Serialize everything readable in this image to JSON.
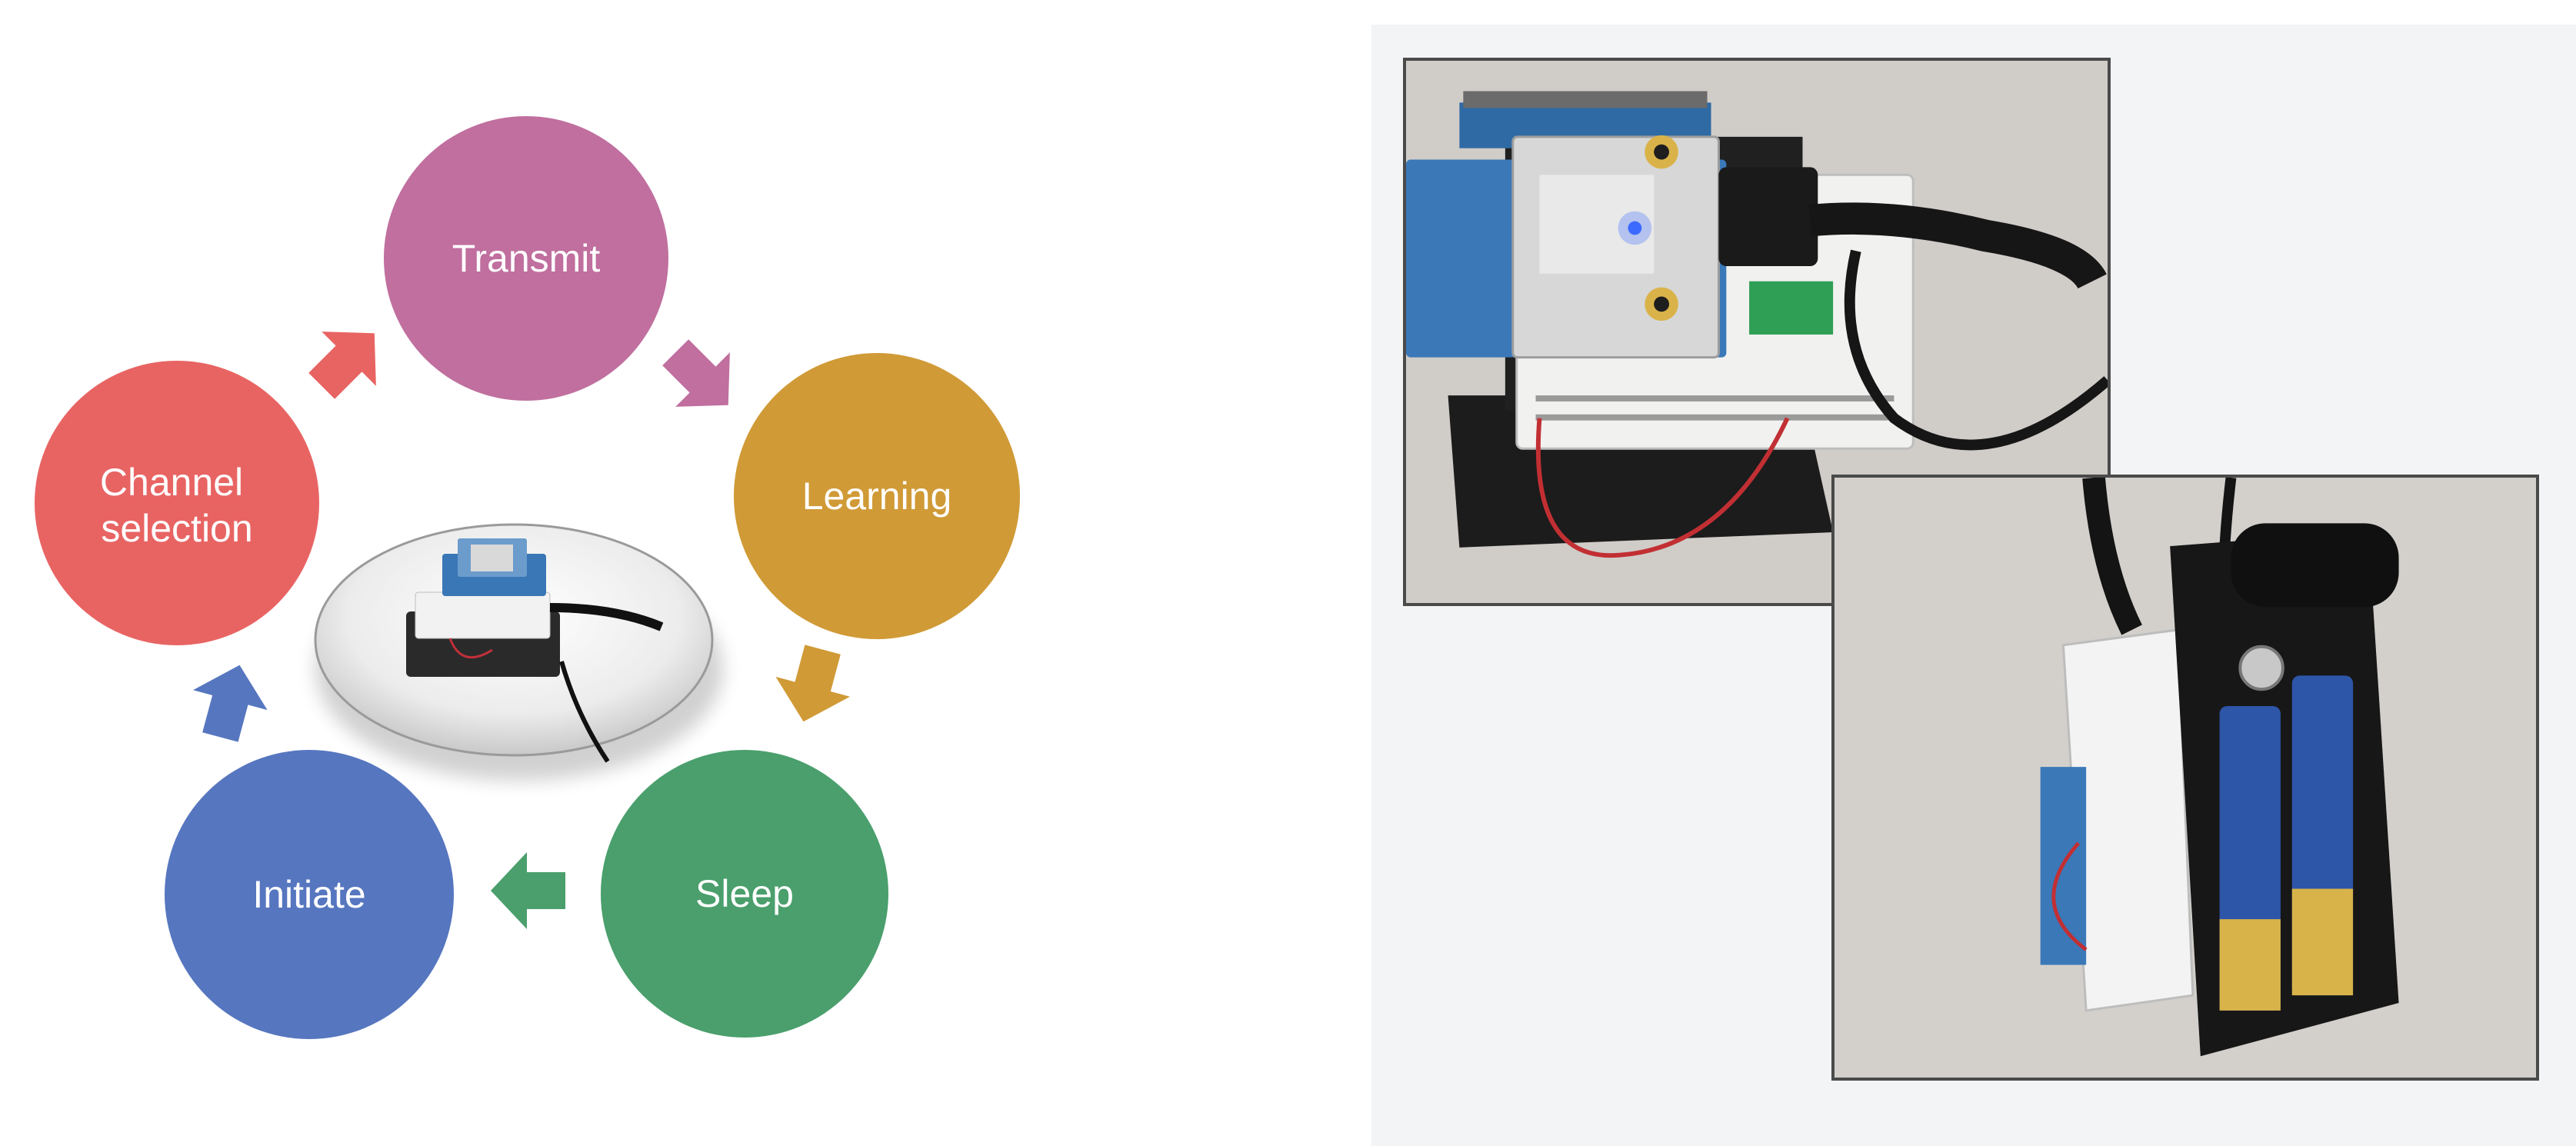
{
  "cycle": {
    "nodes": [
      {
        "id": "transmit",
        "label_lines": [
          "Transmit"
        ],
        "color": "#c06f9f"
      },
      {
        "id": "learning",
        "label_lines": [
          "Learning"
        ],
        "color": "#d09a36"
      },
      {
        "id": "sleep",
        "label_lines": [
          "Sleep"
        ],
        "color": "#4a9f6c"
      },
      {
        "id": "initiate",
        "label_lines": [
          "Initiate"
        ],
        "color": "#5676bf"
      },
      {
        "id": "channel-selection",
        "label_lines": [
          "Channel",
          "selection"
        ],
        "color": "#e86463"
      }
    ],
    "center_image": "prototype-device-photo"
  },
  "photos": [
    {
      "id": "device-top-view",
      "subject": "breadboard-with-radio-module"
    },
    {
      "id": "device-battery-view",
      "subject": "battery-pack-mounted-device"
    }
  ]
}
